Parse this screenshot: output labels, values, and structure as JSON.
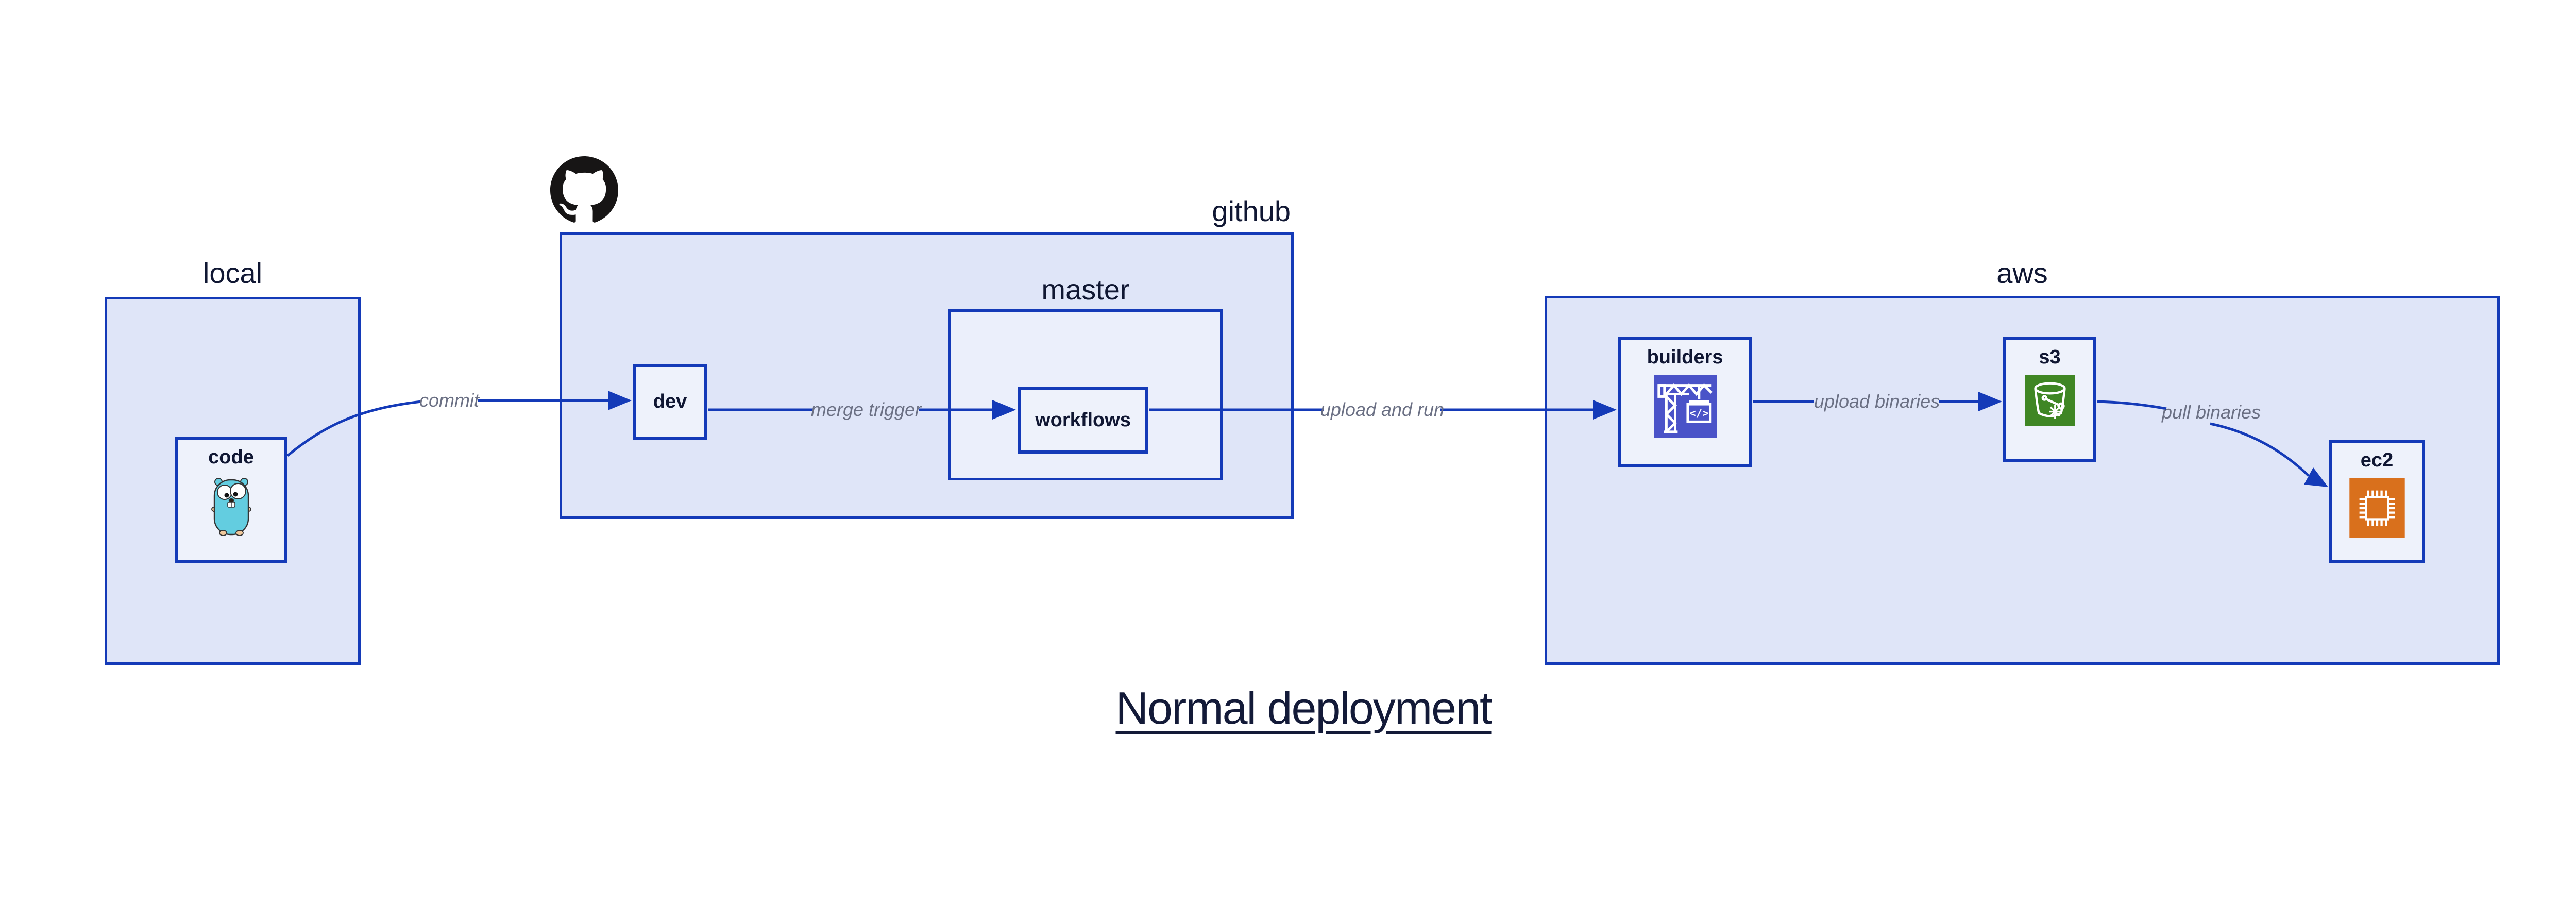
{
  "title": "Normal deployment",
  "groups": {
    "local": {
      "label": "local"
    },
    "github": {
      "label": "github",
      "icon": "github-octocat"
    },
    "master": {
      "label": "master"
    },
    "aws": {
      "label": "aws"
    }
  },
  "nodes": {
    "code": {
      "label": "code",
      "icon": "go-gopher"
    },
    "dev": {
      "label": "dev"
    },
    "workflows": {
      "label": "workflows"
    },
    "builders": {
      "label": "builders",
      "icon": "aws-codebuild-crane"
    },
    "s3": {
      "label": "s3",
      "icon": "aws-s3-glacier-bucket"
    },
    "ec2": {
      "label": "ec2",
      "icon": "aws-ec2-chip"
    }
  },
  "edges": [
    {
      "from": "code",
      "to": "dev",
      "label": "commit"
    },
    {
      "from": "dev",
      "to": "workflows",
      "label": "merge trigger"
    },
    {
      "from": "workflows",
      "to": "builders",
      "label": "upload and run"
    },
    {
      "from": "builders",
      "to": "s3",
      "label": "upload binaries"
    },
    {
      "from": "s3",
      "to": "ec2",
      "label": "pull binaries"
    }
  ],
  "colors": {
    "line_blue": "#143ab8",
    "container_fill": "#dfe5f8",
    "master_fill": "#ebeffb",
    "node_fill": "#eef2fb",
    "codebuild_icon_bg": "#4a53c8",
    "s3_icon_bg": "#3f8624",
    "ec2_icon_bg": "#d9701c",
    "edge_label_gray": "#6b7084",
    "text_navy": "#101733",
    "github_black": "#171515",
    "gopher_teal": "#63cde0"
  }
}
